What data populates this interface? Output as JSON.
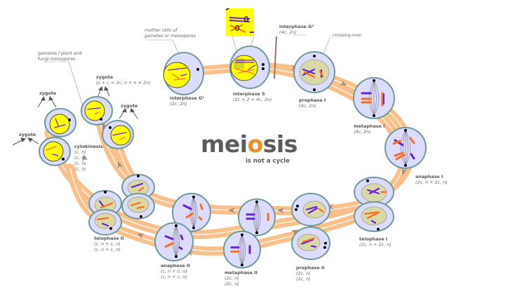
{
  "title": {
    "prefix": "meio",
    "accent_letter": "o",
    "before_accent": "mei",
    "after_accent": "sis",
    "subtitle": "is not a cycle"
  },
  "colors": {
    "band": "#fbc08a",
    "band_stripe": "#ffffff",
    "arrow": "#a08c80",
    "cell_fill": "#dcdcff",
    "cell_stroke": "#6e9a9a",
    "nucleus_yellow": "#ffff00",
    "nucleus_olive": "#d9d9a8",
    "chrom_purple": "#6a1fd6",
    "chrom_orange": "#ff6a1a",
    "accent": "#f28c28",
    "text": "#555555"
  },
  "annotations": {
    "mother_cells": [
      "mother cells of",
      "gametes or meiospores"
    ],
    "gametes": [
      "gametes / plant and",
      "fungi meiospores"
    ],
    "crossing_over": "crossing-over"
  },
  "stages": [
    {
      "id": "interphase-g1",
      "name": "interphase G¹",
      "formula": [
        "(2c, 2n)"
      ]
    },
    {
      "id": "interphase-s",
      "name": "interphase S",
      "formula": [
        "(2c × 2 = 4c, 2n)"
      ]
    },
    {
      "id": "interphase-g2",
      "name": "interphase G²",
      "formula": [
        "(4c, 2n)"
      ]
    },
    {
      "id": "prophase-1",
      "name": "prophase I",
      "formula": [
        "(4c, 2n)"
      ]
    },
    {
      "id": "metaphase-1",
      "name": "metaphase I",
      "formula": [
        "(4c, 2n)"
      ]
    },
    {
      "id": "anaphase-1",
      "name": "anaphase I",
      "formula": [
        "(2c, n + 2c, n)"
      ]
    },
    {
      "id": "telophase-1",
      "name": "telophase I",
      "formula": [
        "(2c, n + 2c, n)"
      ]
    },
    {
      "id": "prophase-2",
      "name": "prophase II",
      "formula": [
        "(2c, n)",
        "(2c, n)"
      ]
    },
    {
      "id": "metaphase-2",
      "name": "metaphase II",
      "formula": [
        "(2c, n)",
        "(2c, n)"
      ]
    },
    {
      "id": "anaphase-2",
      "name": "anaphase II",
      "formula": [
        "(c, n + c, n)",
        "(c, n + c, n)"
      ]
    },
    {
      "id": "telophase-2",
      "name": "telophase II",
      "formula": [
        "(c, n + c, n)",
        "(c, n + c, n)"
      ]
    },
    {
      "id": "cytokinesis",
      "name": "cytokinesis",
      "formula": [
        "(c, n)",
        "(c, n)",
        "(c, n)",
        "(c, n)"
      ]
    }
  ],
  "zygotes": [
    {
      "name": "zygote",
      "formula": "(c + c = 2c, n + n = 2n)"
    },
    {
      "name": "zygote",
      "formula": ""
    },
    {
      "name": "zygote",
      "formula": ""
    },
    {
      "name": "zygote",
      "formula": ""
    }
  ]
}
